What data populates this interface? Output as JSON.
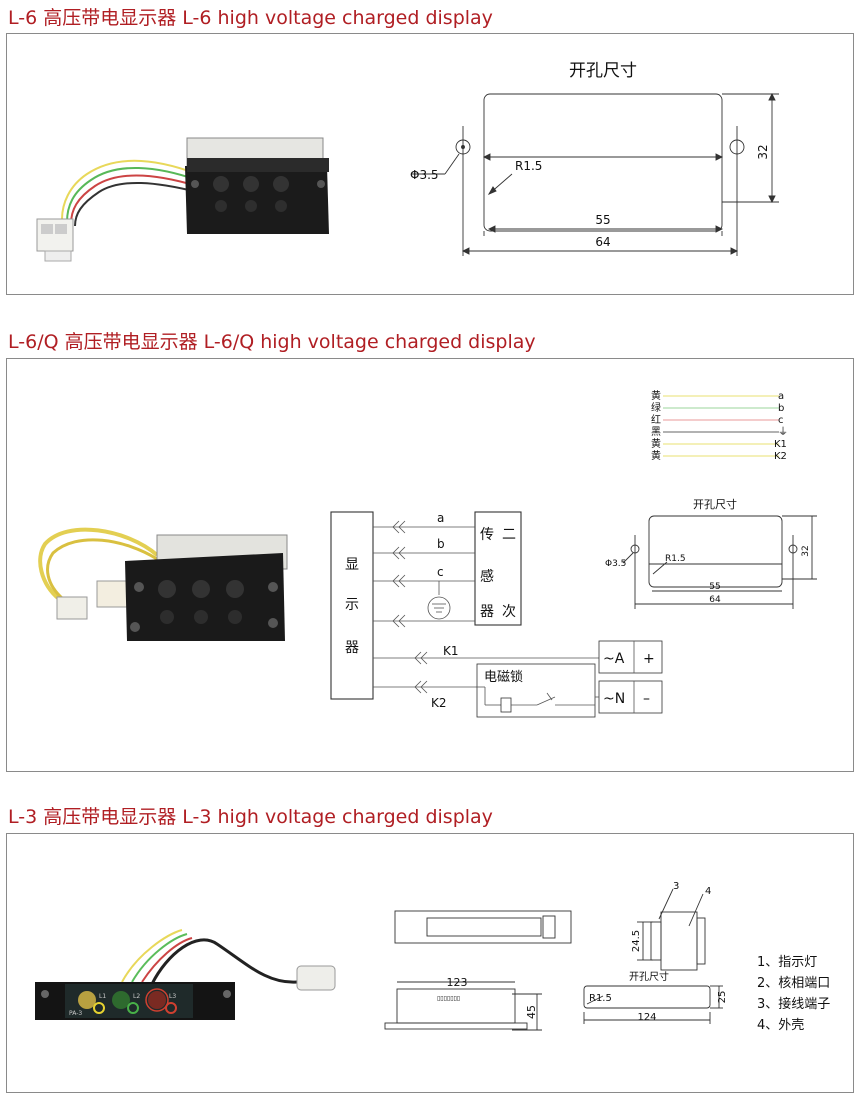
{
  "sections": [
    {
      "title": "L-6 高压带电显示器 L-6 high voltage charged display"
    },
    {
      "title": "L-6/Q 高压带电显示器 L-6/Q high voltage charged display"
    },
    {
      "title": "L-3 高压带电显示器 L-3 high voltage charged display"
    }
  ],
  "s1": {
    "cutout_title": "开孔尺寸",
    "hole_label": "Φ3.5",
    "radius_label": "R1.5",
    "dim_height": "32",
    "dim_inner": "55",
    "dim_outer": "64"
  },
  "s2": {
    "legend": [
      {
        "color_name": "黄",
        "terminal": "a",
        "line_color": "#e8e070"
      },
      {
        "color_name": "绿",
        "terminal": "b",
        "line_color": "#9bd49b"
      },
      {
        "color_name": "红",
        "terminal": "c",
        "line_color": "#e89a9a"
      },
      {
        "color_name": "黑",
        "terminal": "⏚",
        "line_color": "#666666"
      },
      {
        "color_name": "黄",
        "terminal": "K1",
        "line_color": "#e8e070"
      },
      {
        "color_name": "黄",
        "terminal": "K2",
        "line_color": "#e8e070"
      }
    ],
    "display_box": [
      "显",
      "示",
      "器"
    ],
    "sensor_box": [
      "传",
      "感",
      "器",
      "二",
      "次"
    ],
    "wire_labels": [
      "a",
      "b",
      "c",
      "K1",
      "K2"
    ],
    "lock_label": "电磁锁",
    "terminals": [
      "~A",
      "+",
      "~N",
      "–"
    ],
    "cutout_title": "开孔尺寸",
    "hole_label": "Φ3.5",
    "radius_label": "R1.5",
    "dim_height": "32",
    "dim_inner": "55",
    "dim_outer": "64"
  },
  "s3": {
    "device_label": "PA-3",
    "led_labels": [
      "L1",
      "L2",
      "L3"
    ],
    "dim_width": "123",
    "dim_height": "45",
    "side_labels": [
      "3",
      "4"
    ],
    "side_dim": "24.5",
    "cutout_title": "开孔尺寸",
    "radius_label": "R1.5",
    "cutout_height": "25",
    "cutout_width": "124",
    "parts": [
      "1、指示灯",
      "2、核相端口",
      "3、接线端子",
      "4、外壳"
    ]
  }
}
